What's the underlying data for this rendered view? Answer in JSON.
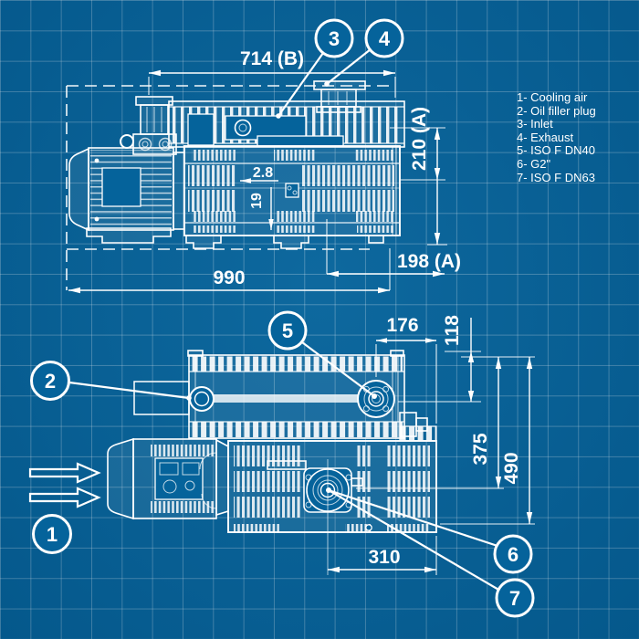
{
  "palette": {
    "background": "#05639b",
    "grid_line": "rgba(255,255,255,0.26)",
    "ink": "#ffffff"
  },
  "legend": {
    "items": [
      "1- Cooling air",
      "2- Oil filler plug",
      "3- Inlet",
      "4- Exhaust",
      "5- ISO F DN40",
      "6- G2\"",
      "7- ISO F DN63"
    ]
  },
  "callouts": {
    "c1": "1",
    "c2": "2",
    "c3": "3",
    "c4": "4",
    "c5": "5",
    "c6": "6",
    "c7": "7"
  },
  "dimensions": {
    "side_view": {
      "width_b": "714 (B)",
      "overall_length": "990",
      "height_a": "210 (A)",
      "height_rear": "198 (A)",
      "fin_thickness": "2.8",
      "fin_spacing": "19"
    },
    "plan_view": {
      "flange_offset": "176",
      "inlet_offset": "118",
      "port_depth": "375",
      "overall_width": "490",
      "drain_offset": "310"
    }
  }
}
